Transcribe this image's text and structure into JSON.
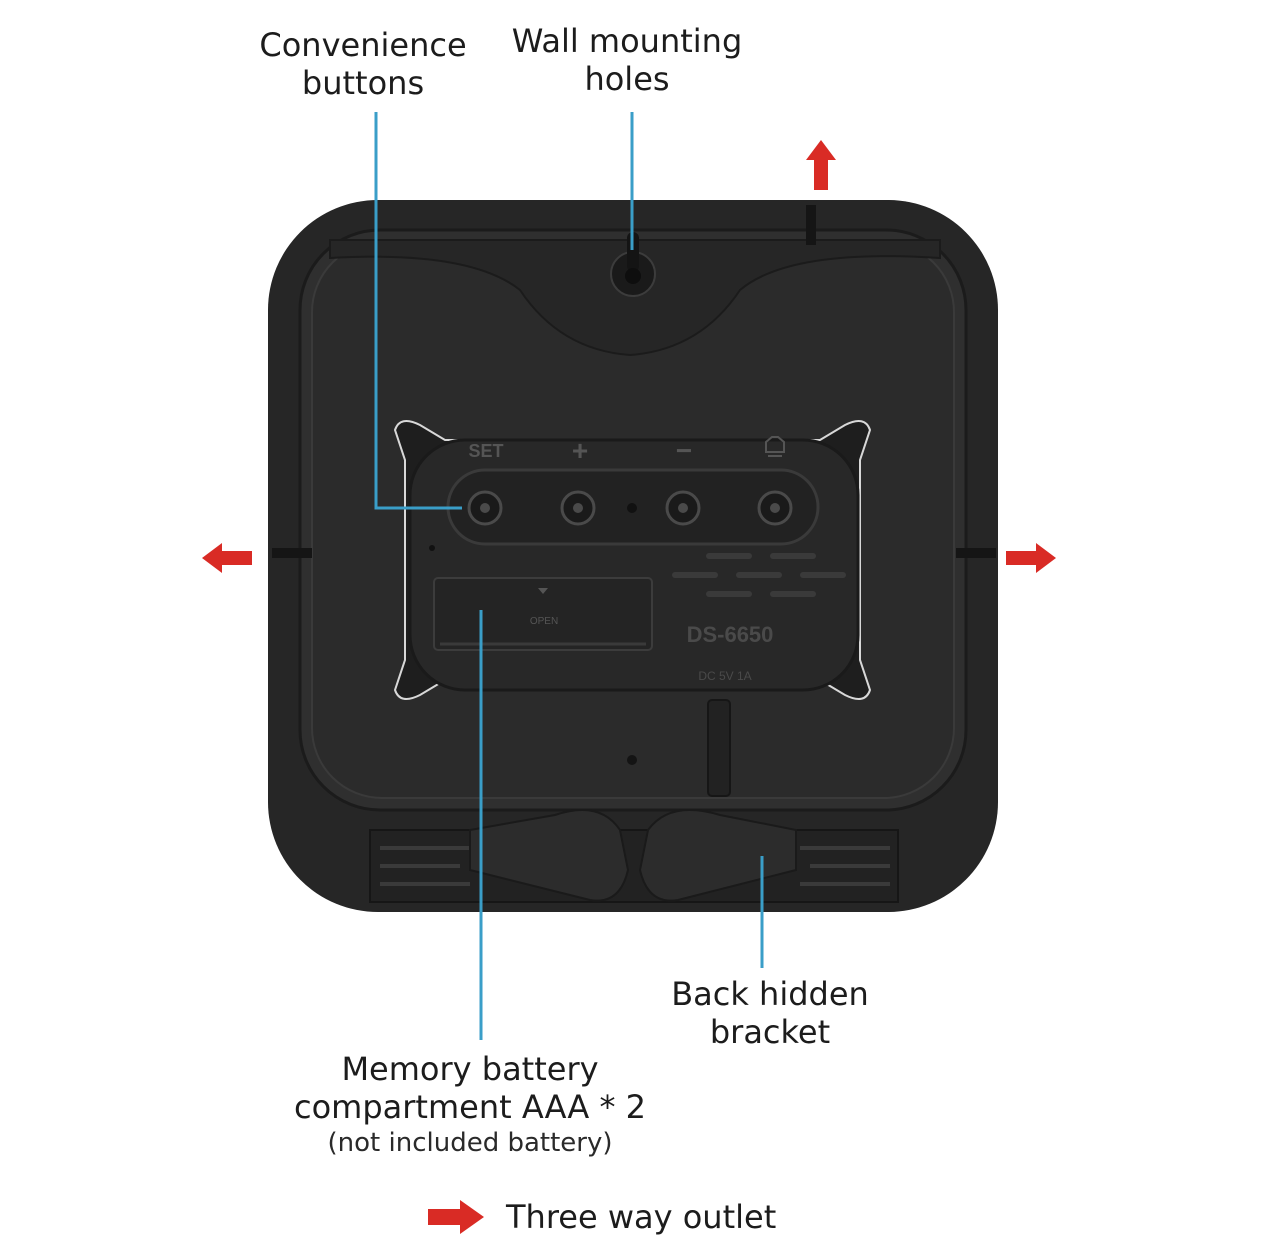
{
  "labels": {
    "convenience_buttons": [
      "Convenience",
      "buttons"
    ],
    "wall_mounting_holes": [
      "Wall mounting",
      "holes"
    ],
    "back_hidden_bracket": [
      "Back hidden",
      "bracket"
    ],
    "battery_compartment": [
      "Memory battery",
      "compartment AAA * 2"
    ],
    "battery_note": "(not included battery)"
  },
  "device": {
    "button_labels": [
      "SET",
      "+",
      "−"
    ],
    "open_label": "OPEN",
    "model": "DS-6650",
    "power": "DC 5V 1A"
  },
  "legend": {
    "text": "Three way outlet"
  },
  "colors": {
    "leader_line": "#3a9ec8",
    "arrow": "#d92b25",
    "body": "#2c2c2c",
    "body_dark": "#1f1f1f",
    "panel": "#262626"
  }
}
